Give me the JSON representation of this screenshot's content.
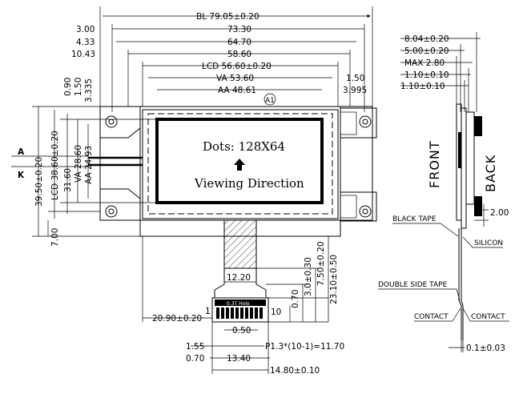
{
  "front_dimensions": {
    "bl": "BL 79.05±0.20",
    "d1": "73.30",
    "d2": "64.70",
    "d3": "58.60",
    "lcd": "LCD 56.60±0.20",
    "va": "VA 53.60",
    "aa": "AA 48.61",
    "left_300": "3.00",
    "left_433": "4.33",
    "left_1043": "10.43",
    "right_150": "1.50",
    "right_3995": "3.995",
    "v_090": "0.90",
    "v_150": "1.50",
    "v_3335": "3.335",
    "height_3950": "39.50±0.20",
    "height_lcd": "LCD 38.60±0.20",
    "height_3160": "31.60",
    "height_va": "VA 28.60",
    "height_aa": "AA 24.93",
    "height_700": "7.00",
    "marker": "A1"
  },
  "display": {
    "dots": "Dots: 128X64",
    "direction": "Viewing Direction",
    "arrow": "up-arrow"
  },
  "leads": {
    "a": "A",
    "k": "K"
  },
  "tail_dimensions": {
    "w_1220": "12.20",
    "d_2090": "20.90±0.20",
    "p1": "1",
    "p10": "10",
    "d_050": "0.50",
    "d_155": "1.55",
    "pitch": "P1.3*(10-1)=11.70",
    "d_070": "0.70",
    "d_1340": "13.40",
    "d_1480": "14.80±0.10",
    "v_070": "0.70",
    "v_300": "3.0±0.30",
    "v_750": "7.50±0.20",
    "v_2310": "23.10±0.50",
    "conn_label": "0.3T Hole"
  },
  "side_view": {
    "t_804": "8.04±0.20",
    "t_500": "5.00±0.20",
    "t_max": "MAX 2.80",
    "t_110a": "1.10±0.10",
    "t_110b": "1.10±0.10",
    "t_200": "2.00",
    "front": "FRONT",
    "back": "BACK",
    "black_tape": "BLACK TAPE",
    "silicon": "SILICON",
    "double_tape": "DOUBLE SIDE TAPE",
    "contact_l": "CONTACT",
    "contact_r": "CONTACT",
    "t_01": "0.1±0.03"
  }
}
